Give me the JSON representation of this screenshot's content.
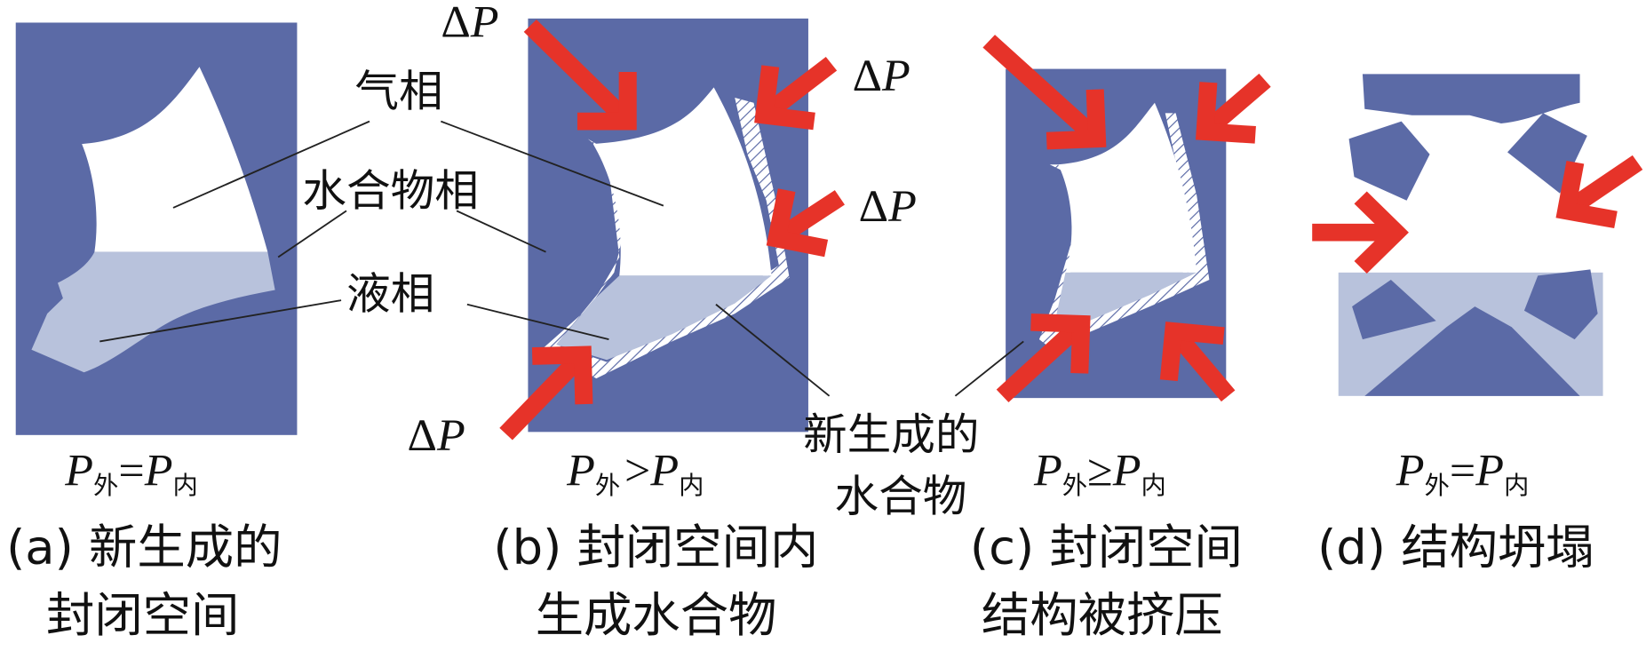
{
  "colors": {
    "solid_phase": "#5b6aa6",
    "liquid_phase": "#b8c2dc",
    "gas_phase": "#ffffff",
    "arrow": "#e63329",
    "hatch": "#5b6aa6"
  },
  "labels": {
    "gas": "气相",
    "hydrate": "水合物相",
    "liquid": "液相",
    "new_hydrate_line1": "新生成的",
    "new_hydrate_line2": "水合物",
    "delta_symbol": "Δ",
    "delta_var": "P"
  },
  "panels": [
    {
      "relation": {
        "lhs": "P",
        "lsub": "外",
        "op": "=",
        "rhs": "P",
        "rsub": "内"
      },
      "caption_line1": "(a) 新生成的",
      "caption_line2": "封闭空间"
    },
    {
      "relation": {
        "lhs": "P",
        "lsub": "外",
        "op": ">",
        "rhs": "P",
        "rsub": "内"
      },
      "caption_line1": "(b) 封闭空间内",
      "caption_line2": "生成水合物"
    },
    {
      "relation": {
        "lhs": "P",
        "lsub": "外",
        "op": "≥",
        "rhs": "P",
        "rsub": "内"
      },
      "caption_line1": "(c) 封闭空间",
      "caption_line2": "结构被挤压"
    },
    {
      "relation": {
        "lhs": "P",
        "lsub": "外",
        "op": "=",
        "rhs": "P",
        "rsub": "内"
      },
      "caption_line1": "(d) 结构坍塌",
      "caption_line2": ""
    }
  ]
}
